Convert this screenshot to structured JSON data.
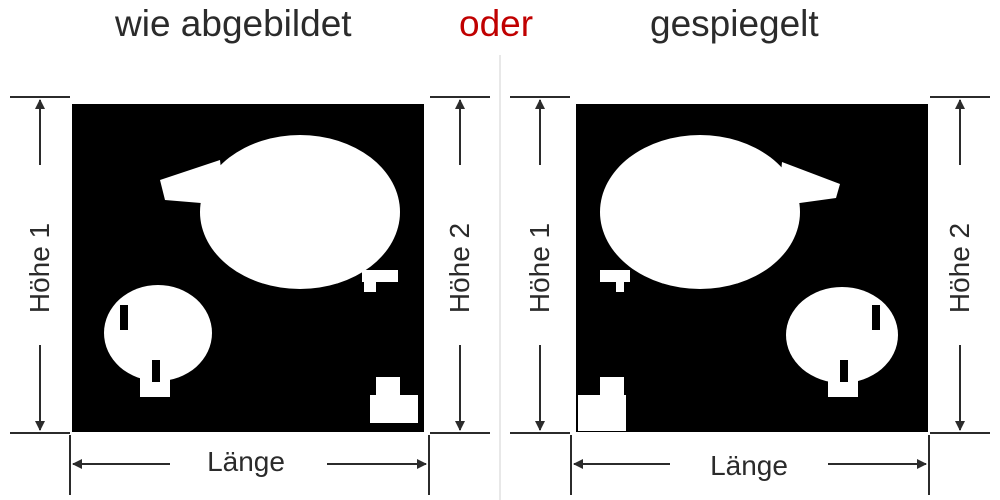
{
  "header": {
    "left_title": "wie abgebildet",
    "middle_title": "oder",
    "right_title": "gespiegelt"
  },
  "colors": {
    "text": "#2b2b2b",
    "accent": "#c00000",
    "surface": "#000000",
    "shape": "#ffffff"
  },
  "left_panel": {
    "height_left_label": "Höhe 1",
    "height_right_label": "Höhe 2",
    "length_label": "Länge"
  },
  "right_panel": {
    "height_left_label": "Höhe 1",
    "height_right_label": "Höhe 2",
    "length_label": "Länge"
  }
}
